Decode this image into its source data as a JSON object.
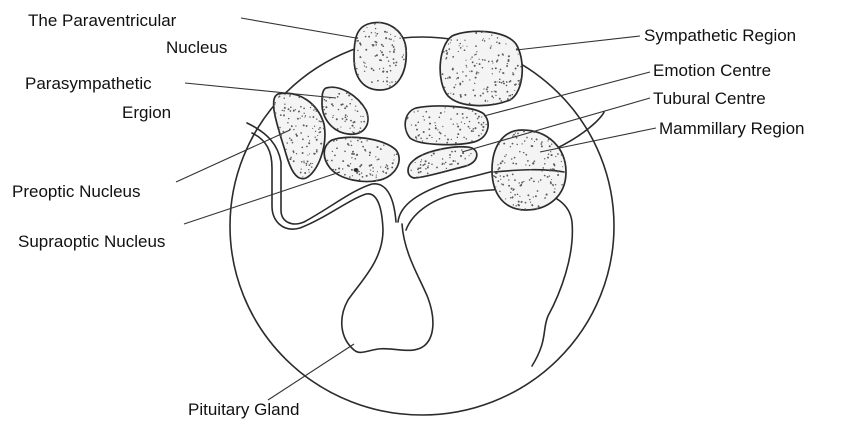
{
  "diagram": {
    "labels": {
      "paraventricular_line1": "The Paraventricular",
      "paraventricular_line2": "Nucleus",
      "parasympathetic_line1": "Parasympathetic",
      "parasympathetic_line2": "Ergion",
      "preoptic": "Preoptic Nucleus",
      "supraoptic": "Supraoptic Nucleus",
      "sympathetic": "Sympathetic Region",
      "emotion": "Emotion Centre",
      "tubural": "Tubural Centre",
      "mammillary": "Mammillary Region",
      "pituitary": "Pituitary Gland"
    },
    "colors": {
      "ink": "#2b2b2b",
      "stipple": "#5a5a5a",
      "nucleus_fill": "#f4f4f4"
    }
  }
}
